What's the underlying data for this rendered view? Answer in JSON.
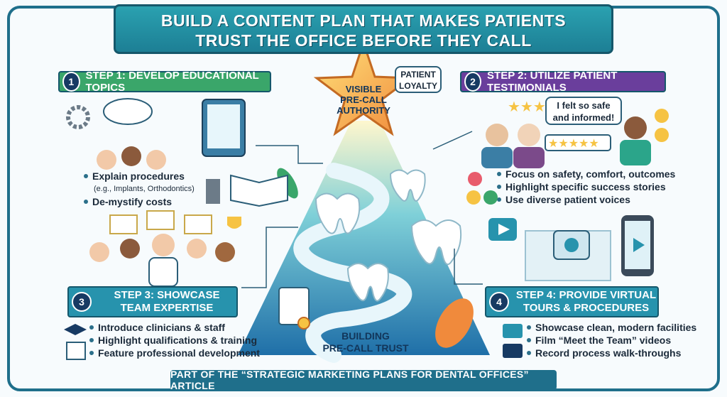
{
  "title": {
    "line1": "BUILD A CONTENT PLAN THAT MAKES PATIENTS",
    "line2": "TRUST THE OFFICE BEFORE THEY CALL"
  },
  "center": {
    "star_line1": "VISIBLE",
    "star_line2": "PRE-CALL",
    "star_line3": "AUTHORITY",
    "loyalty_line1": "PATIENT",
    "loyalty_line2": "LOYALTY",
    "bottom_line1": "BUILDING",
    "bottom_line2": "PRE-CALL TRUST"
  },
  "steps": [
    {
      "num": "1",
      "label": "STEP 1: DEVELOP EDUCATIONAL TOPICS",
      "bullets": [
        "Explain procedures",
        "(e.g., Implants, Orthodontics)",
        "De-mystify costs"
      ]
    },
    {
      "num": "2",
      "label": "STEP 2: UTILIZE PATIENT TESTIMONIALS",
      "quote_line1": "I felt so safe",
      "quote_line2": "and informed!",
      "bullets": [
        "Focus on safety, comfort, outcomes",
        "Highlight specific success stories",
        "Use diverse patient voices"
      ]
    },
    {
      "num": "3",
      "label_line1": "STEP 3: SHOWCASE",
      "label_line2": "TEAM EXPERTISE",
      "bullets": [
        "Introduce clinicians & staff",
        "Highlight qualifications & training",
        "Feature professional development"
      ]
    },
    {
      "num": "4",
      "label_line1": "STEP 4: PROVIDE VIRTUAL",
      "label_line2": "TOURS & PROCEDURES",
      "bullets": [
        "Showcase clean, modern facilities",
        "Film “Meet the Team” videos",
        "Record process walk-throughs"
      ]
    }
  ],
  "footer": "PART OF THE “STRATEGIC MARKETING PLANS FOR DENTAL OFFICES” ARTICLE",
  "colors": {
    "teal": "#2793ad",
    "green": "#3aa66a",
    "purple": "#6a3e9c",
    "navy": "#173a63",
    "star": "#f6c343"
  }
}
